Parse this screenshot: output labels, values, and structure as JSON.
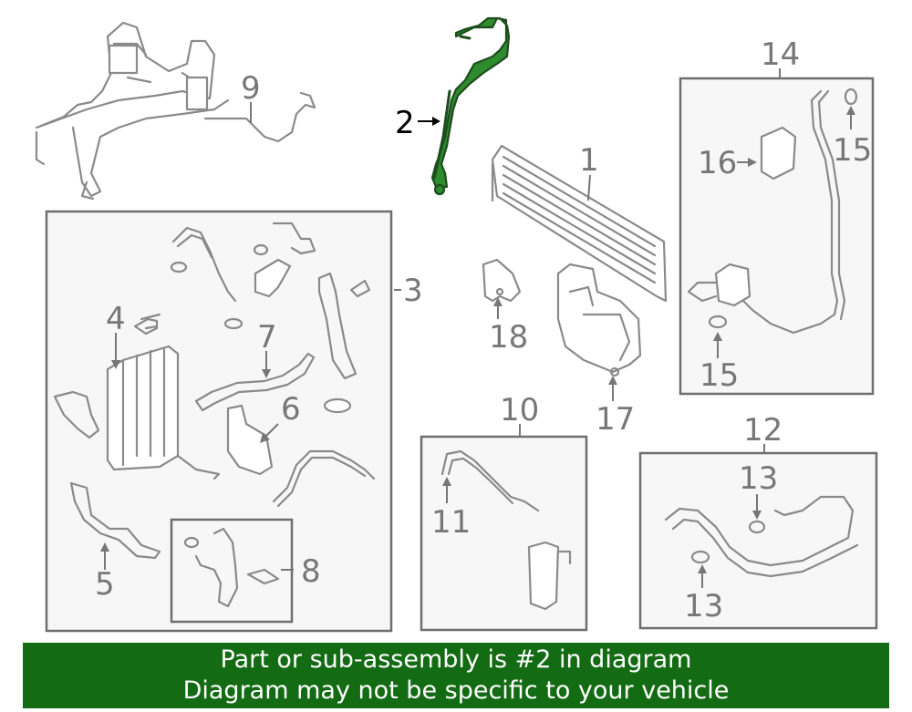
{
  "labels": {
    "c1": "1",
    "c2": "2",
    "c3": "3",
    "c4": "4",
    "c5": "5",
    "c6": "6",
    "c7": "7",
    "c8": "8",
    "c9": "9",
    "c10": "10",
    "c11": "11",
    "c12": "12",
    "c13a": "13",
    "c13b": "13",
    "c14": "14",
    "c15a": "15",
    "c15b": "15",
    "c16": "16",
    "c17": "17",
    "c18": "18"
  },
  "highlighted_callout": "2",
  "colors": {
    "highlight_part": "#2e8b2e",
    "banner_bg": "#136b13",
    "label_gray": "#777777"
  },
  "banner": {
    "line1": "Part or sub-assembly is #2 in diagram",
    "line2": "Diagram may not be specific to your vehicle"
  }
}
